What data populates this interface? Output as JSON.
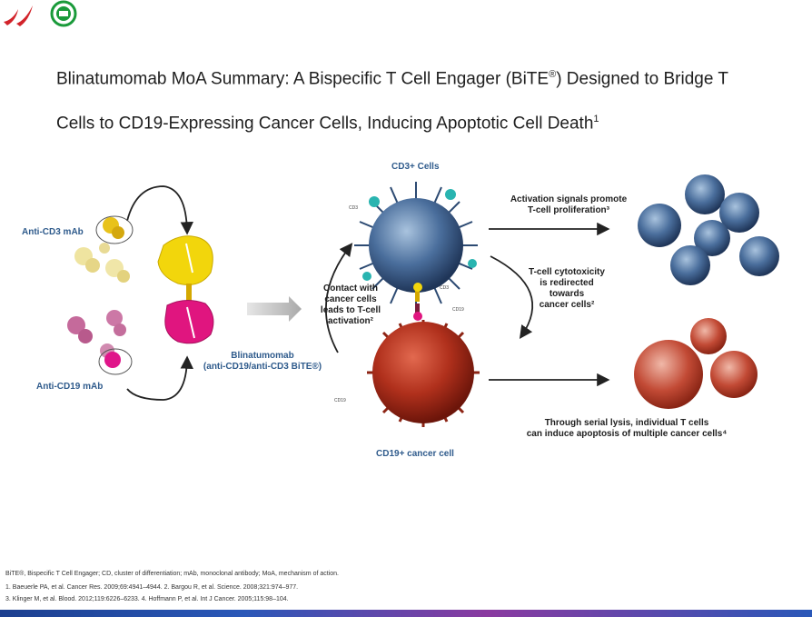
{
  "header": {
    "title_line1_a": "Blinatumomab MoA Summary: A Bispecific T Cell Engager (BiTE",
    "title_reg": "®",
    "title_line1_b": ") Designed to Bridge T",
    "title_line2": "Cells to CD19-Expressing Cancer Cells, Inducing Apoptotic Cell Death",
    "title_ref": "1"
  },
  "diagram": {
    "anti_cd3_label": "Anti-CD3 mAb",
    "anti_cd19_label": "Anti-CD19 mAb",
    "blinatumomab_label": "Blinatumomab",
    "blinatumomab_sub": "(anti-CD19/anti-CD3 BiTE®)",
    "cd3_cells_label": "CD3+ Cells",
    "cd19_cell_label": "CD19+ cancer cell",
    "contact_text": [
      "Contact with",
      "cancer cells",
      "leads to T-cell",
      "activation²"
    ],
    "activation_text": [
      "Activation signals promote",
      "T-cell proliferation³"
    ],
    "cytotoxicity_text": [
      "T-cell cytotoxicity",
      "is redirected",
      "towards",
      "cancer cells²"
    ],
    "lysis_text": [
      "Through serial lysis, individual T cells",
      "can induce apoptosis of multiple cancer cells⁴"
    ],
    "tiny_cd3": "CD3",
    "tiny_cd3b": "CD3",
    "tiny_cd19": "CD19",
    "tiny_cd19b": "CD19"
  },
  "footnotes": {
    "line1": "BiTE®, Bispecific T Cell Engager; CD, cluster of differentiation; mAb, monoclonal antibody; MoA, mechanism of action.",
    "line2": "1. Baeuerle PA, et al. Cancer Res. 2009;69:4941–4944. 2. Bargou R, et al. Science. 2008;321:974–977.",
    "line3": "3. Klinger M, et al. Blood. 2012;119:6226–6233. 4. Hoffmann P, et al. Int J Cancer. 2005;115:98–104."
  },
  "colors": {
    "title": "#1e1e1e",
    "label_blue": "#2f5b8c",
    "tcell": "#3d5f8e",
    "cancer": "#b8321f"
  }
}
